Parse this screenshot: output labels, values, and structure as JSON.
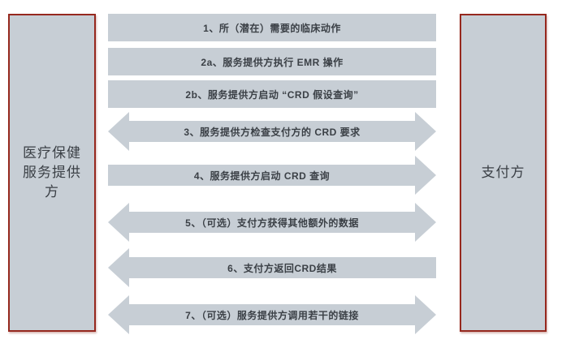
{
  "diagram": {
    "title_implicit": "CRD 工作流程图",
    "colors": {
      "shape_fill": "#c7ced5",
      "actor_border": "#96281e",
      "text": "#3b4046",
      "background": "#ffffff"
    },
    "actors": {
      "provider": {
        "label": "医疗保健服务提供方"
      },
      "payer": {
        "label": "支付方"
      }
    },
    "steps": [
      {
        "id": "1",
        "label": "1、所（潜在）需要的临床动作",
        "shape": "bar",
        "direction": "none"
      },
      {
        "id": "2a",
        "label": "2a、服务提供方执行 EMR 操作",
        "shape": "bar",
        "direction": "none"
      },
      {
        "id": "2b",
        "label": "2b、服务提供方启动 “CRD 假设查询”",
        "shape": "bar",
        "direction": "none"
      },
      {
        "id": "3",
        "label": "3、服务提供方检查支付方的 CRD 要求",
        "shape": "arrow",
        "direction": "both"
      },
      {
        "id": "4",
        "label": "4、服务提供方启动 CRD 查询",
        "shape": "arrow",
        "direction": "right"
      },
      {
        "id": "5",
        "label": "5、（可选）支付方获得其他额外的数据",
        "shape": "arrow",
        "direction": "both"
      },
      {
        "id": "6",
        "label": "6、支付方返回CRD结果",
        "shape": "arrow",
        "direction": "left"
      },
      {
        "id": "7",
        "label": "7、（可选）服务提供方调用若干的链接",
        "shape": "arrow",
        "direction": "both"
      }
    ]
  }
}
